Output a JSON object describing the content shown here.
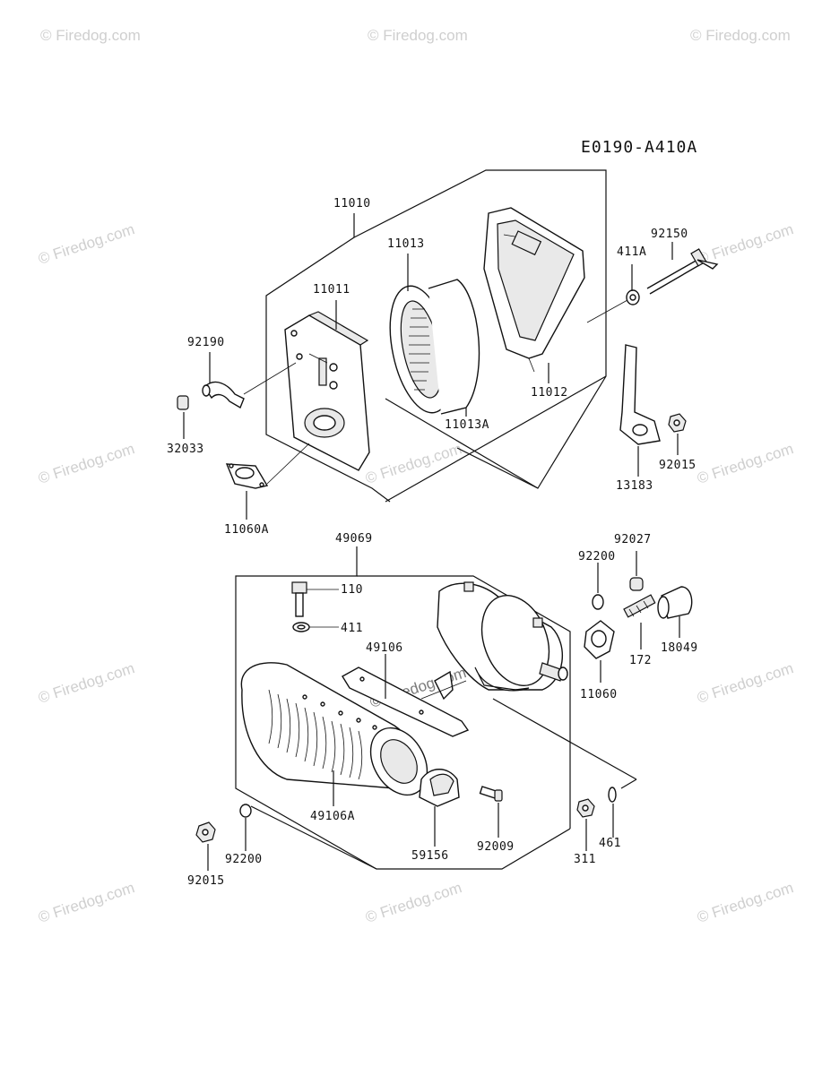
{
  "diagram_code": "E0190-A410A",
  "watermark": "© Firedog.com",
  "center_watermark": "© Firedog.com",
  "parts": {
    "p11010": "11010",
    "p11011": "11011",
    "p11013": "11013",
    "p11012": "11012",
    "p11013A": "11013A",
    "p92150": "92150",
    "p411A": "411A",
    "p92190": "92190",
    "p32033": "32033",
    "p11060A": "11060A",
    "p13183": "13183",
    "p92015a": "92015",
    "p49069": "49069",
    "p110": "110",
    "p411": "411",
    "p49106": "49106",
    "p49106A": "49106A",
    "p92200a": "92200",
    "p92200b": "92200",
    "p92015b": "92015",
    "p59156": "59156",
    "p92009": "92009",
    "p92027": "92027",
    "p18049": "18049",
    "p172": "172",
    "p11060": "11060",
    "p311": "311",
    "p461": "461"
  }
}
